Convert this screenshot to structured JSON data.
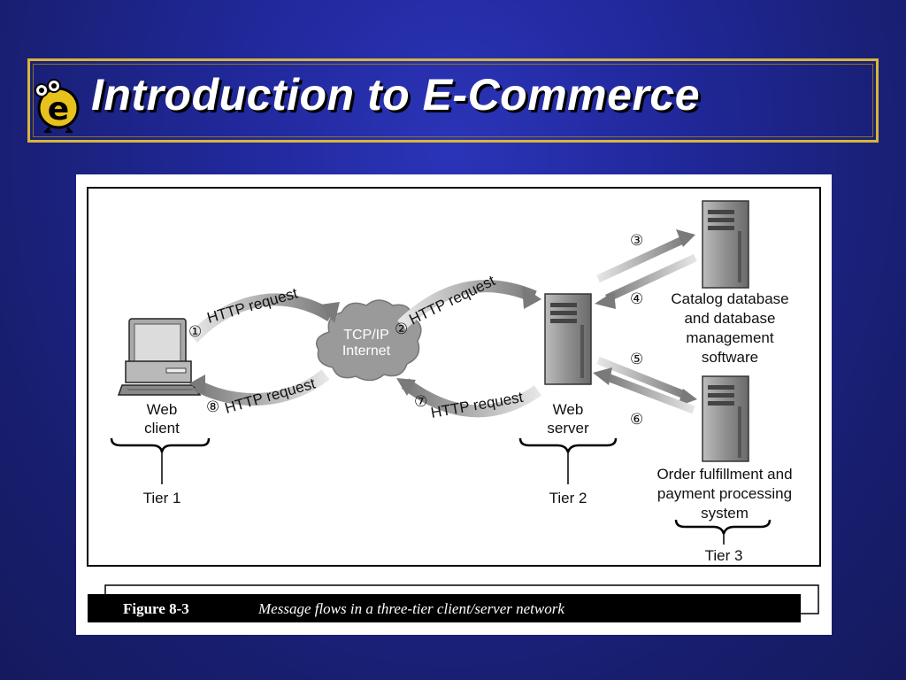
{
  "slide": {
    "title": "Introduction to E-Commerce",
    "logo_icon": "e-mascot-icon"
  },
  "diagram": {
    "tier1": {
      "device": "Web\nclient",
      "tier": "Tier 1"
    },
    "internet": {
      "label": "TCP/IP\nInternet"
    },
    "tier2": {
      "device": "Web\nserver",
      "tier": "Tier 2"
    },
    "tier3": {
      "catalog": "Catalog database\nand database\nmanagement\nsoftware",
      "order": "Order fulfillment and\npayment processing\nsystem",
      "tier": "Tier 3"
    },
    "flows": [
      {
        "step": "①",
        "label": "HTTP request"
      },
      {
        "step": "②",
        "label": "HTTP request"
      },
      {
        "step": "③",
        "label": ""
      },
      {
        "step": "④",
        "label": ""
      },
      {
        "step": "⑤",
        "label": ""
      },
      {
        "step": "⑥",
        "label": ""
      },
      {
        "step": "⑦",
        "label": "HTTP request"
      },
      {
        "step": "⑧",
        "label": "HTTP request"
      }
    ],
    "caption": {
      "figure": "Figure 8-3",
      "text": "Message flows in a three-tier client/server network"
    }
  },
  "colors": {
    "background": "#1c2384",
    "title_border": "#d8b63c",
    "title_text": "#ffffff",
    "arrow": "#8c8c8c"
  }
}
